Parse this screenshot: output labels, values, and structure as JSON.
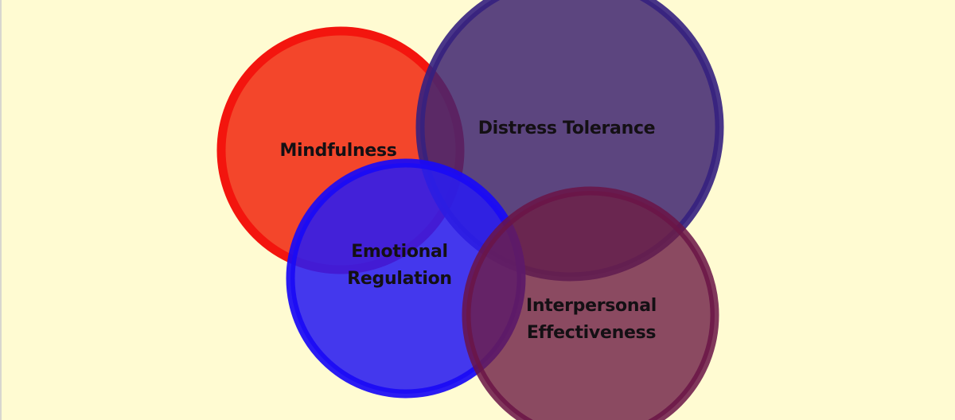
{
  "diagram": {
    "type": "venn",
    "title": "",
    "circles": [
      {
        "id": "mindfulness",
        "label_lines": [
          "Mindfulness"
        ],
        "fill": "#f23c22",
        "stroke": "#f3150e",
        "opacity": 0.95
      },
      {
        "id": "distress-tolerance",
        "label_lines": [
          "Distress Tolerance"
        ],
        "fill": "#3f2571",
        "stroke": "#35207f",
        "opacity": 0.85
      },
      {
        "id": "emotional-regulation",
        "label_lines": [
          "Emotional",
          "Regulation"
        ],
        "fill": "#2a1cf0",
        "stroke": "#1a0af5",
        "opacity": 0.88
      },
      {
        "id": "interpersonal-effectiveness",
        "label_lines": [
          "Interpersonal",
          "Effectiveness"
        ],
        "fill": "#6e1e45",
        "stroke": "#6a1447",
        "opacity": 0.8
      }
    ]
  },
  "colors": {
    "background": "#fffbd2"
  }
}
